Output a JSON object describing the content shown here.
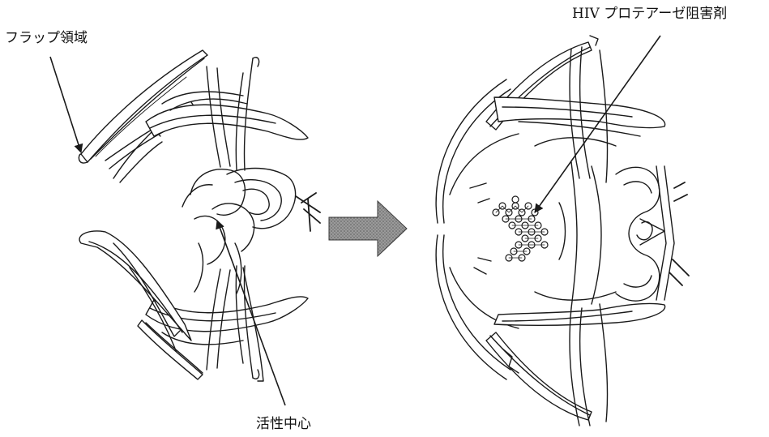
{
  "labels": {
    "flap_region": "フラップ領域",
    "active_site": "活性中心",
    "inhibitor": "HIV プロテアーゼ阻害剤"
  },
  "colors": {
    "line": "#1a1a1a",
    "arrow_fill": "#8a8a8a",
    "background": "#ffffff"
  }
}
